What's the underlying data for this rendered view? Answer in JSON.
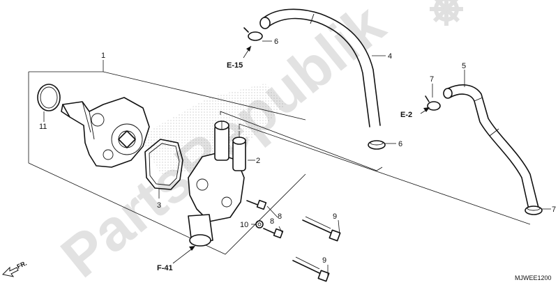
{
  "watermark": {
    "text": "PartsRepublik",
    "gear_icon": "gear-icon"
  },
  "callouts": [
    {
      "id": "1"
    },
    {
      "id": "2"
    },
    {
      "id": "3"
    },
    {
      "id": "4"
    },
    {
      "id": "5"
    },
    {
      "id": "6a",
      "label": "6"
    },
    {
      "id": "6b",
      "label": "6"
    },
    {
      "id": "7a",
      "label": "7"
    },
    {
      "id": "7b",
      "label": "7"
    },
    {
      "id": "8a",
      "label": "8"
    },
    {
      "id": "8b",
      "label": "8"
    },
    {
      "id": "9a",
      "label": "9"
    },
    {
      "id": "9b",
      "label": "9"
    },
    {
      "id": "10",
      "label": "10"
    },
    {
      "id": "11",
      "label": "11"
    }
  ],
  "references": {
    "e15": "E-15",
    "e2": "E-2",
    "f41": "F-41"
  },
  "front_arrow": {
    "label": "FR.",
    "icon": "front-arrow-icon"
  },
  "diagram_code": "MJWEE1200"
}
